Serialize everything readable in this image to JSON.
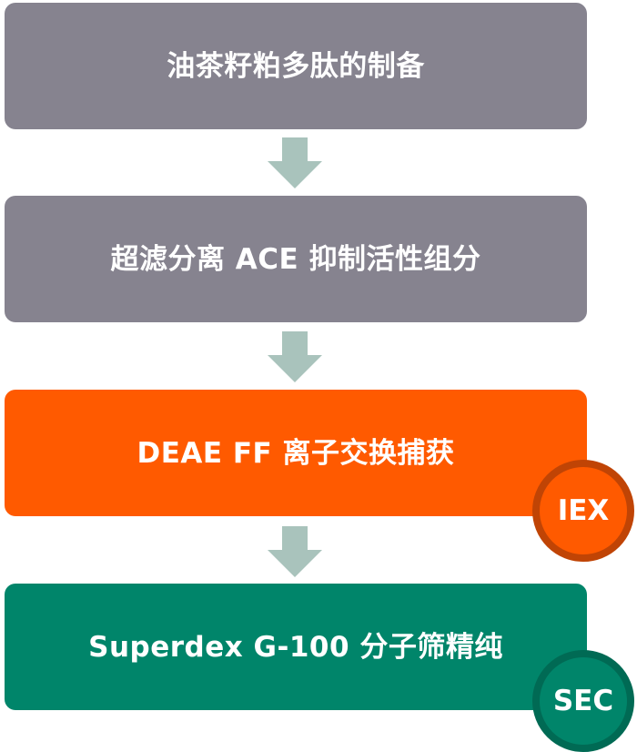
{
  "flow": {
    "steps": [
      {
        "label": "油茶籽粕多肽的制备",
        "color": "#86838F"
      },
      {
        "label": "超滤分离 ACE 抑制活性组分",
        "color": "#86838F"
      },
      {
        "label": "DEAE FF 离子交换捕获",
        "color": "#FF5A00"
      },
      {
        "label": "Superdex G-100 分子筛精纯",
        "color": "#00856A"
      }
    ],
    "arrow_color": "#A9C3BC",
    "badges": [
      {
        "label": "IEX",
        "fill": "#FF5A00",
        "ring": "#C04405",
        "step": 3
      },
      {
        "label": "SEC",
        "fill": "#00856A",
        "ring": "#006A54",
        "step": 4
      }
    ]
  }
}
